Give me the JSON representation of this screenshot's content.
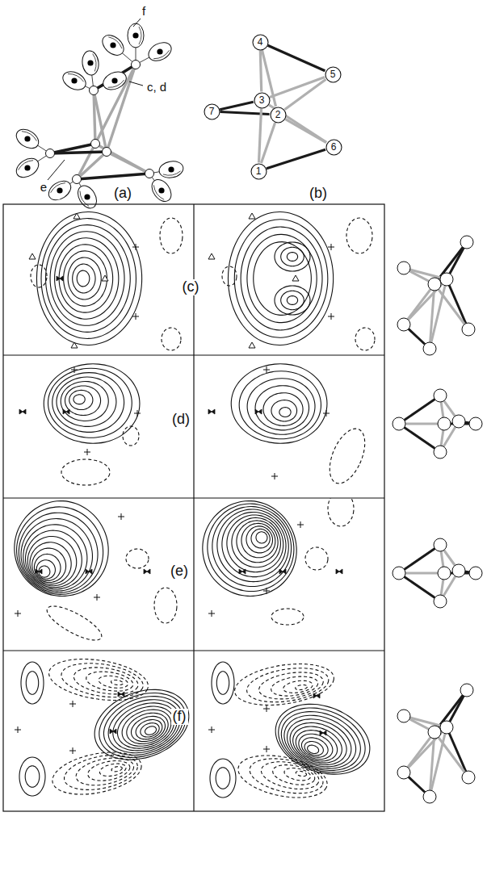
{
  "diagram": {
    "nodes": [
      {
        "text": [
          "4"
        ]
      },
      {
        "text": [
          "5"
        ]
      },
      {
        "text": [
          "7"
        ]
      },
      {
        "text": [
          "3"
        ]
      },
      {
        "text": [
          "2"
        ]
      },
      {
        "text": [
          "1"
        ]
      },
      {
        "text": [
          "6"
        ]
      }
    ],
    "edges": [
      {
        "from": 0,
        "to": 1,
        "arrow": "none"
      },
      {
        "from": 2,
        "to": 3,
        "arrow": "none"
      },
      {
        "from": 2,
        "to": 4,
        "arrow": "none"
      },
      {
        "from": 5,
        "to": 6,
        "arrow": "none"
      },
      {
        "from": 0,
        "to": 3,
        "arrow": "none"
      },
      {
        "from": 0,
        "to": 4,
        "arrow": "none"
      },
      {
        "from": 1,
        "to": 3,
        "arrow": "none"
      },
      {
        "from": 1,
        "to": 4,
        "arrow": "none"
      },
      {
        "from": 5,
        "to": 3,
        "arrow": "none"
      },
      {
        "from": 5,
        "to": 4,
        "arrow": "none"
      },
      {
        "from": 6,
        "to": 3,
        "arrow": "none"
      },
      {
        "from": 6,
        "to": 4,
        "arrow": "none"
      }
    ],
    "labels": [
      "f",
      "c, d",
      "e",
      "(a)",
      "(b)",
      "(c)",
      "(d)",
      "(e)",
      "(f)"
    ]
  }
}
